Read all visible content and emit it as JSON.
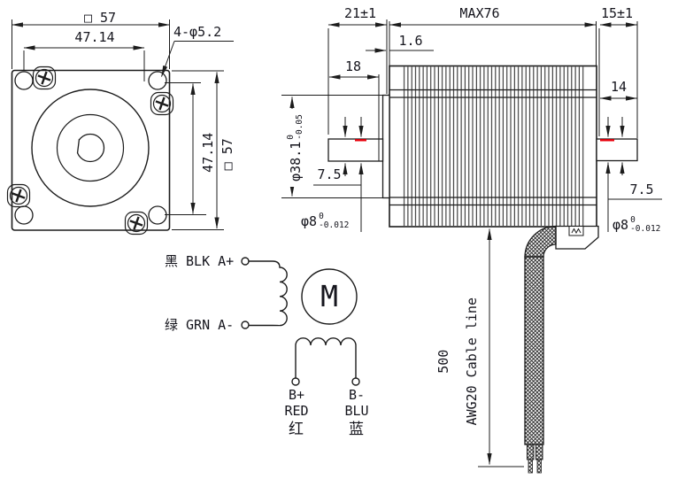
{
  "front_view": {
    "dim_outer_top": "□ 57",
    "dim_holes_h": "47.14",
    "holes_note": "4-φ5.2",
    "dim_holes_v": "47.14",
    "dim_outer_right": "□ 57"
  },
  "side_view": {
    "dim_front_len": "21±1",
    "dim_body_len": "MAX76",
    "dim_rear_len": "15±1",
    "dim_pilot_depth": "1.6",
    "dim_front_shaft": "18",
    "dim_rear_shaft": "14",
    "pilot_dia": "φ38.1",
    "pilot_tol_hi": "0",
    "pilot_tol_lo": "-0.05",
    "flat_front": "7.5",
    "flat_rear": "7.5",
    "shaft_dia": "φ8",
    "shaft_tol_hi": "0",
    "shaft_tol_lo": "-0.012",
    "cable_len": "500",
    "cable_note": "AWG20 Cable line"
  },
  "wiring": {
    "a_plus": "黑 BLK A+",
    "a_minus": "绿 GRN A-",
    "motor": "M",
    "b_plus": "B+",
    "b_minus": "B-",
    "b_plus_en": "RED",
    "b_minus_en": "BLU",
    "b_plus_cn": "红",
    "b_minus_cn": "蓝"
  },
  "colors": {
    "line": "#1c1c1c",
    "flat_highlight": "#e8000b",
    "background": "#ffffff"
  }
}
